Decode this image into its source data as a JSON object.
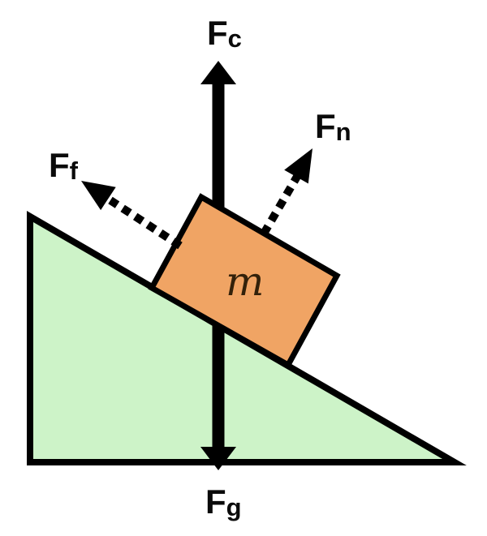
{
  "labels": {
    "fc": {
      "main": "F",
      "sub": "c"
    },
    "fn": {
      "main": "F",
      "sub": "n"
    },
    "ff": {
      "main": "F",
      "sub": "f"
    },
    "fg": {
      "main": "F",
      "sub": "g"
    },
    "mass": "m"
  },
  "colors": {
    "incline_fill": "#cdf3c8",
    "incline_stroke": "#000000",
    "block_fill": "#f0a464",
    "block_stroke": "#000000",
    "arrow": "#000000",
    "mass_text": "#33210a"
  },
  "arrows": [
    {
      "label": "F_c",
      "style": "solid",
      "direction": "up"
    },
    {
      "label": "F_g",
      "style": "solid",
      "direction": "down"
    },
    {
      "label": "F_n",
      "style": "dashed",
      "direction": "up-right perpendicular to incline"
    },
    {
      "label": "F_f",
      "style": "dashed",
      "direction": "up-left along incline"
    }
  ]
}
